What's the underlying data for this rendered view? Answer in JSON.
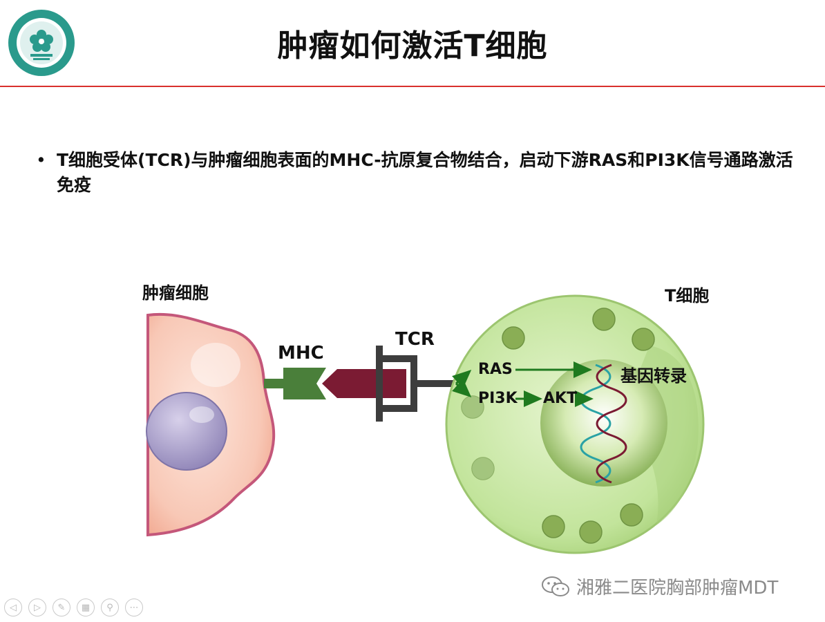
{
  "title": "肿瘤如何激活T细胞",
  "bullet": {
    "marker": "•",
    "text": "T细胞受体(TCR)与肿瘤细胞表面的MHC-抗原复合物结合，启动下游RAS和PI3K信号通路激活免疫"
  },
  "diagram": {
    "tumor_cell_label": "肿瘤细胞",
    "t_cell_label": "T细胞",
    "mhc_label": "MHC",
    "tcr_label": "TCR",
    "ras_label": "RAS",
    "pi3k_label": "PI3K",
    "akt_label": "AKT",
    "gene_label": "基因转录"
  },
  "colors": {
    "accent_rule": "#d9302c",
    "mhc_green": "#4a7f3a",
    "antigen_maroon": "#7b1b33",
    "arrow_green": "#1f7a1f",
    "t_cell_fill": "#c5e6a0",
    "tumor_fill": "#f8cfc0",
    "logo_teal": "#2a9a8c"
  },
  "watermark": {
    "icon": "wechat-icon",
    "text": "湘雅二医院胸部肿瘤MDT"
  },
  "nav": [
    {
      "icon": "prev-icon",
      "glyph": "◁"
    },
    {
      "icon": "next-icon",
      "glyph": "▷"
    },
    {
      "icon": "pen-icon",
      "glyph": "✎"
    },
    {
      "icon": "slides-icon",
      "glyph": "▦"
    },
    {
      "icon": "zoom-icon",
      "glyph": "⚲"
    },
    {
      "icon": "more-icon",
      "glyph": "⋯"
    }
  ]
}
